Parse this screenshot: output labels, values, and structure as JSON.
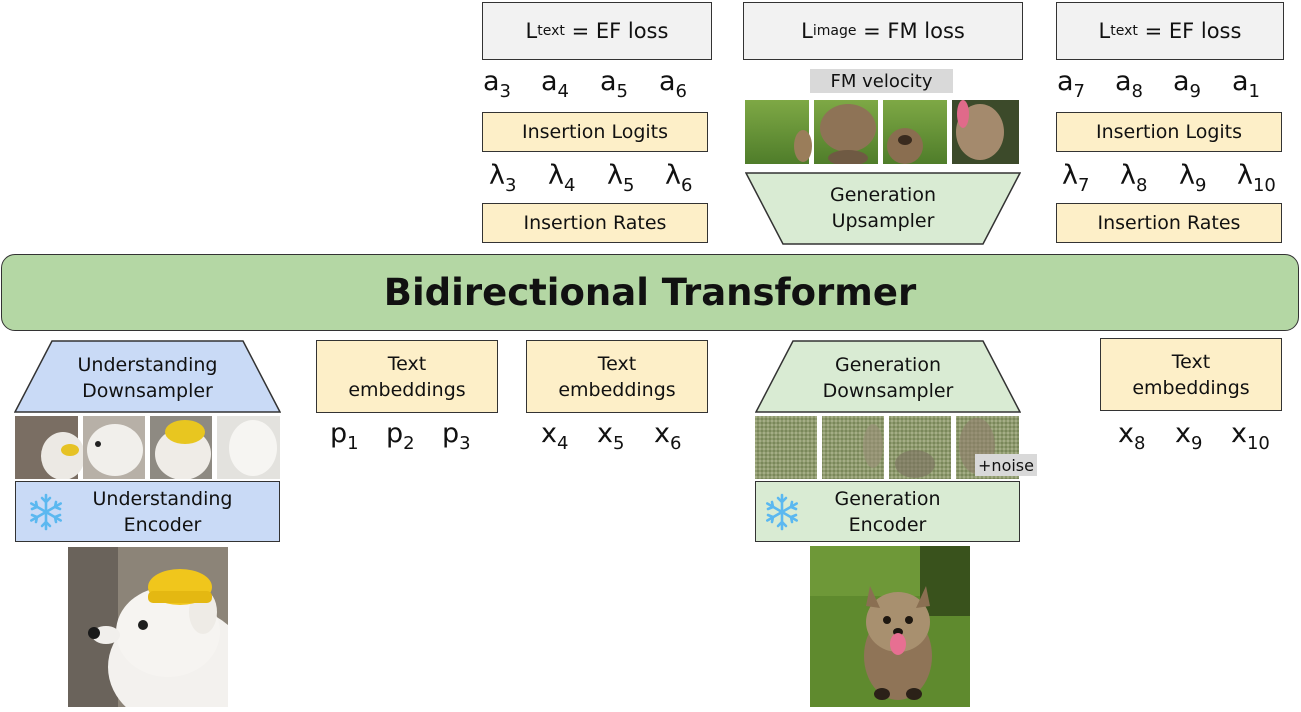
{
  "transformer": {
    "label": "Bidirectional Transformer"
  },
  "losses": [
    {
      "main": "L",
      "sub": "text",
      "rest": " = EF loss"
    },
    {
      "main": "L",
      "sub": "image",
      "rest": " = FM loss"
    },
    {
      "main": "L",
      "sub": "text",
      "rest": " = EF loss"
    }
  ],
  "fm_velocity": "FM velocity",
  "noise_tag": "+noise",
  "insertion_logits_label": "Insertion Logits",
  "insertion_rates_label": "Insertion Rates",
  "left_out_tokens": [
    {
      "base": "a",
      "sub": "3"
    },
    {
      "base": "a",
      "sub": "4"
    },
    {
      "base": "a",
      "sub": "5"
    },
    {
      "base": "a",
      "sub": "6"
    }
  ],
  "left_rate_tokens": [
    {
      "base": "λ",
      "sub": "3"
    },
    {
      "base": "λ",
      "sub": "4"
    },
    {
      "base": "λ",
      "sub": "5"
    },
    {
      "base": "λ",
      "sub": "6"
    }
  ],
  "right_out_tokens": [
    {
      "base": "a",
      "sub": "7"
    },
    {
      "base": "a",
      "sub": "8"
    },
    {
      "base": "a",
      "sub": "9"
    },
    {
      "base": "a",
      "sub": "1"
    }
  ],
  "right_rate_tokens": [
    {
      "base": "λ",
      "sub": "7"
    },
    {
      "base": "λ",
      "sub": "8"
    },
    {
      "base": "λ",
      "sub": "9"
    },
    {
      "base": "λ",
      "sub": "10"
    }
  ],
  "gen_upsampler": {
    "line1": "Generation",
    "line2": "Upsampler"
  },
  "und_downsampler": {
    "line1": "Understanding",
    "line2": "Downsampler"
  },
  "und_encoder": {
    "line1": "Understanding",
    "line2": "Encoder"
  },
  "gen_downsampler": {
    "line1": "Generation",
    "line2": "Downsampler"
  },
  "gen_encoder": {
    "line1": "Generation",
    "line2": "Encoder"
  },
  "text_embeddings": {
    "line1": "Text",
    "line2": "embeddings"
  },
  "p_tokens": [
    {
      "base": "p",
      "sub": "1"
    },
    {
      "base": "p",
      "sub": "2"
    },
    {
      "base": "p",
      "sub": "3"
    }
  ],
  "x_mid_tokens": [
    {
      "base": "x",
      "sub": "4"
    },
    {
      "base": "x",
      "sub": "5"
    },
    {
      "base": "x",
      "sub": "6"
    }
  ],
  "x_right_tokens": [
    {
      "base": "x",
      "sub": "8"
    },
    {
      "base": "x",
      "sub": "9"
    },
    {
      "base": "x",
      "sub": "10"
    }
  ],
  "icons": {
    "frozen": "snowflake-icon"
  },
  "colors": {
    "transformer": "#b4d7a4",
    "tan": "#fdefc8",
    "blue": "#c9daf6",
    "green": "#d9ebd3",
    "gray": "#f2f2f2",
    "snowflake": "#5bb8f0"
  }
}
